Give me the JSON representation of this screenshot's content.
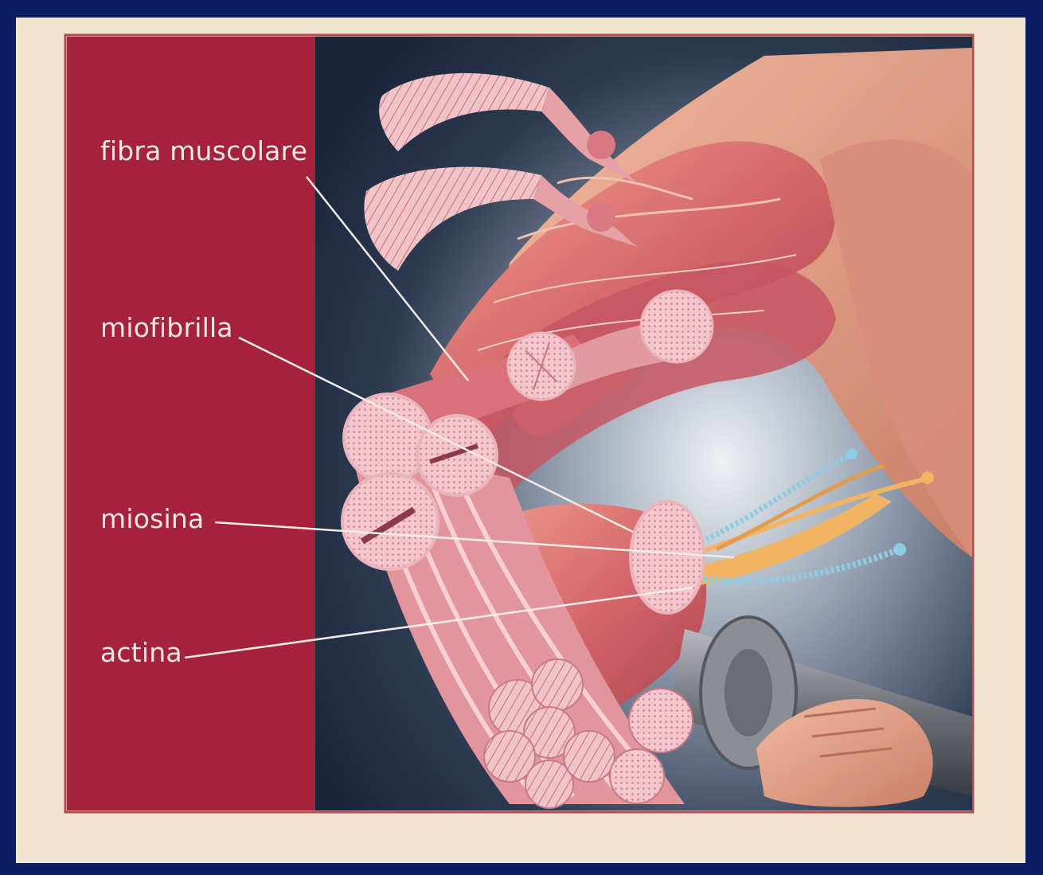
{
  "labels": {
    "fibra_muscolare": "fibra muscolare",
    "miofibrilla": "miofibrilla",
    "miosina": "miosina",
    "actina": "actina"
  },
  "colors": {
    "frame": "#0b1d63",
    "paper": "#f3e4cf",
    "label_panel": "#a6213c",
    "muscle": "#d86f72",
    "muscle_light": "#f3b8ad",
    "fiber_section": "#f2c3cc",
    "myosin_filament": "#f0b464",
    "actin_filament": "#8fcbe2",
    "background_dark": "#213149"
  }
}
